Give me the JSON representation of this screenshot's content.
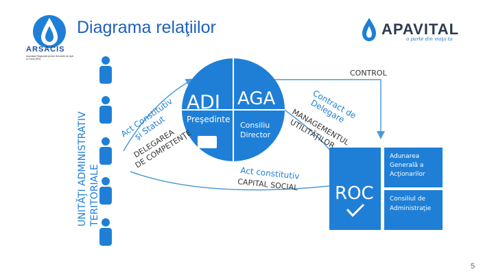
{
  "title": "Diagrama relaţiilor",
  "page_number": "5",
  "logos": {
    "arsacis": {
      "name": "ARSACIS",
      "tagline": "Asociaţia Regională pentru Serviciile de Apă şi Canal (RO)"
    },
    "apavital": {
      "name": "APAVITAL",
      "tagline": "o parte din viaţa ta"
    }
  },
  "vertical_label": {
    "line1": "UNITĂŢI ADMINISTRATIV",
    "line2": "TERITORIALE"
  },
  "adi": {
    "title": "ADI",
    "sub": "Preşedinte",
    "aga": "AGA",
    "board_line1": "Consiliu",
    "board_line2": "Director"
  },
  "roc": {
    "title": "ROC",
    "box1_line1": "Adunarea",
    "box1_line2": "Generală a",
    "box1_line3": "Acţionarilor",
    "box2_line1": "Consiliul de",
    "box2_line2": "Administraţie"
  },
  "arcs": {
    "act_constitutiv_statut_1": "Act Constitutiv",
    "act_constitutiv_statut_2": "şi Statut",
    "delegarea_1": "DELEGAREA",
    "delegarea_2": "DE COMPETENŢE",
    "contract_1": "Contract de",
    "contract_2": "Delegare",
    "management_1": "MANAGEMENTUL",
    "management_2": "UTILITĂŢILOR",
    "act_constitutiv": "Act constitutiv",
    "capital_social": "CAPITAL SOCIAL",
    "control": "CONTROL"
  },
  "colors": {
    "primary": "#1f7fd6",
    "dark": "#1a4f9e",
    "arrow": "#4a9bd6"
  }
}
